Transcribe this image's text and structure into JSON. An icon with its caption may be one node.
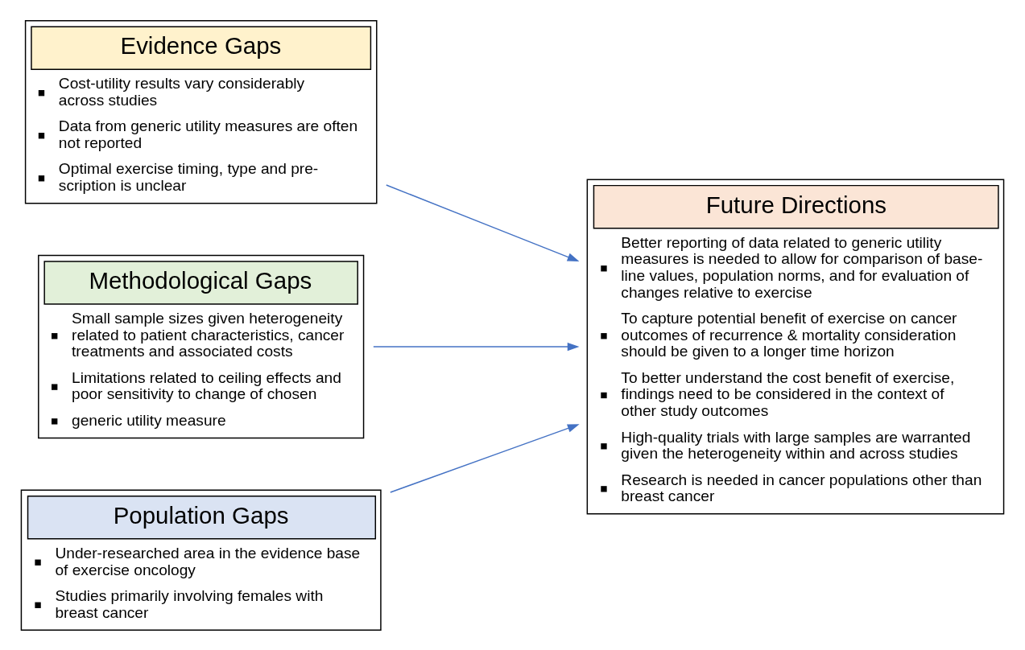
{
  "diagram": {
    "nodes": [
      {
        "text": [
          "Evidence Gaps",
          "Cost-utility results vary considerably across studies",
          "Data from generic utility measures are often not reported",
          "Optimal exercise timing, type and pre-scription is unclear"
        ]
      },
      {
        "text": [
          "Methodological Gaps",
          "Small sample sizes given heterogeneity related to patient characteristics, cancer treatments and associated costs",
          "Limitations related to ceiling effects and poor sensitivity to change of chosen",
          "generic utility measure"
        ]
      },
      {
        "text": [
          "Population Gaps",
          "Under-researched area in the evidence base of exercise oncology",
          "Studies primarily involving females with breast cancer"
        ]
      },
      {
        "text": [
          "Future Directions",
          "Better reporting of data related to generic utility measures is needed to allow for comparison of base-line values, population norms, and for evaluation of changes relative to exercise",
          "To capture potential benefit of exercise on cancer outcomes of recurrence & mortality consideration should be given to a longer time horizon",
          "To better understand the cost benefit of exercise, findings need to be considered in the context of other study outcomes",
          "High-quality trials with large samples are warranted given the heterogeneity within and across studies",
          "Research is needed in cancer populations other than breast cancer"
        ]
      }
    ],
    "edges": [
      {
        "from": 0,
        "to": 3,
        "arrow": "to"
      },
      {
        "from": 1,
        "to": 3,
        "arrow": "to"
      },
      {
        "from": 2,
        "to": 3,
        "arrow": "to"
      }
    ]
  }
}
